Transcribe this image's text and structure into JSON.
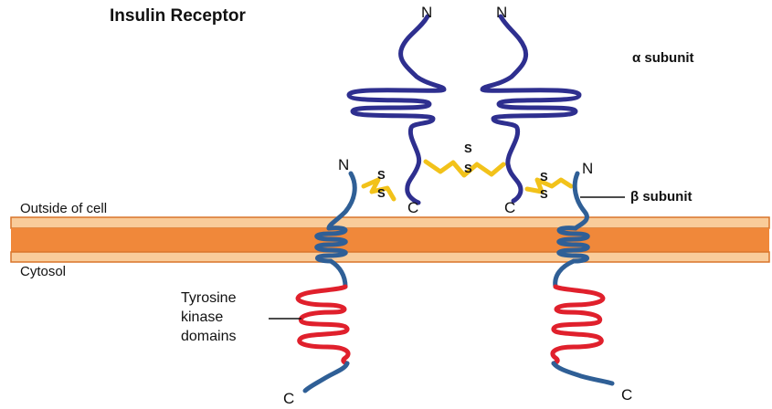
{
  "title": "Insulin Receptor",
  "labels": {
    "alpha_subunit": "α subunit",
    "beta_subunit": "β subunit",
    "outside": "Outside of cell",
    "cytosol": "Cytosol",
    "tk_line1": "Tyrosine",
    "tk_line2": "kinase",
    "tk_line3": "domains",
    "n": "N",
    "c": "C",
    "s": "S"
  },
  "colors": {
    "alpha_chain": "#2e2f8f",
    "beta_chain": "#2f5f96",
    "kinase_domain": "#e0202c",
    "disulfide_bond": "#f2c21a",
    "membrane_fill": "#f0883a",
    "membrane_edge": "#d9752a"
  }
}
